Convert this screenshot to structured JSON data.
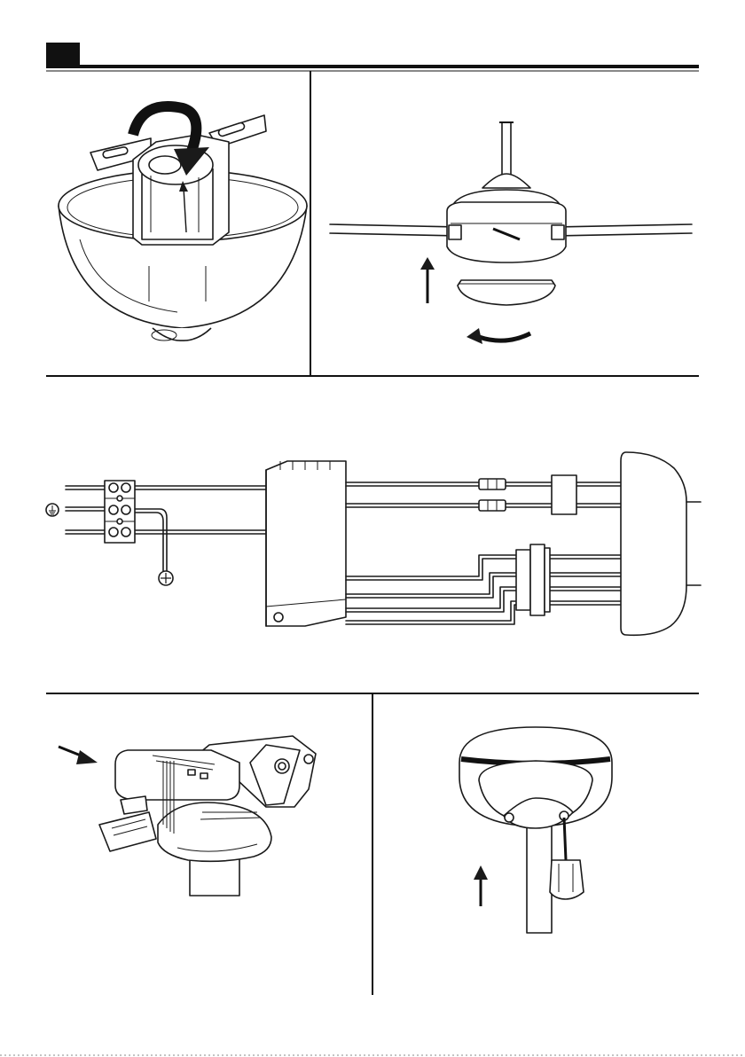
{
  "header": {
    "tab_color": "#111111",
    "rule_color": "#111111"
  },
  "colors": {
    "ink": "#1a1a1a",
    "paper": "#ffffff"
  },
  "panels": [
    {
      "id": "canopy-mount",
      "icon": "canopy-bracket-rotate"
    },
    {
      "id": "fan-light-cover",
      "icon": "fan-body-with-cover-rotate"
    },
    {
      "id": "wiring-diagram",
      "icon": "terminal-block-receiver-motor"
    },
    {
      "id": "receiver-install",
      "icon": "receiver-in-bracket"
    },
    {
      "id": "canopy-screw",
      "icon": "canopy-screwdriver"
    }
  ],
  "symbols": {
    "ground": "earth-ground-icon"
  }
}
